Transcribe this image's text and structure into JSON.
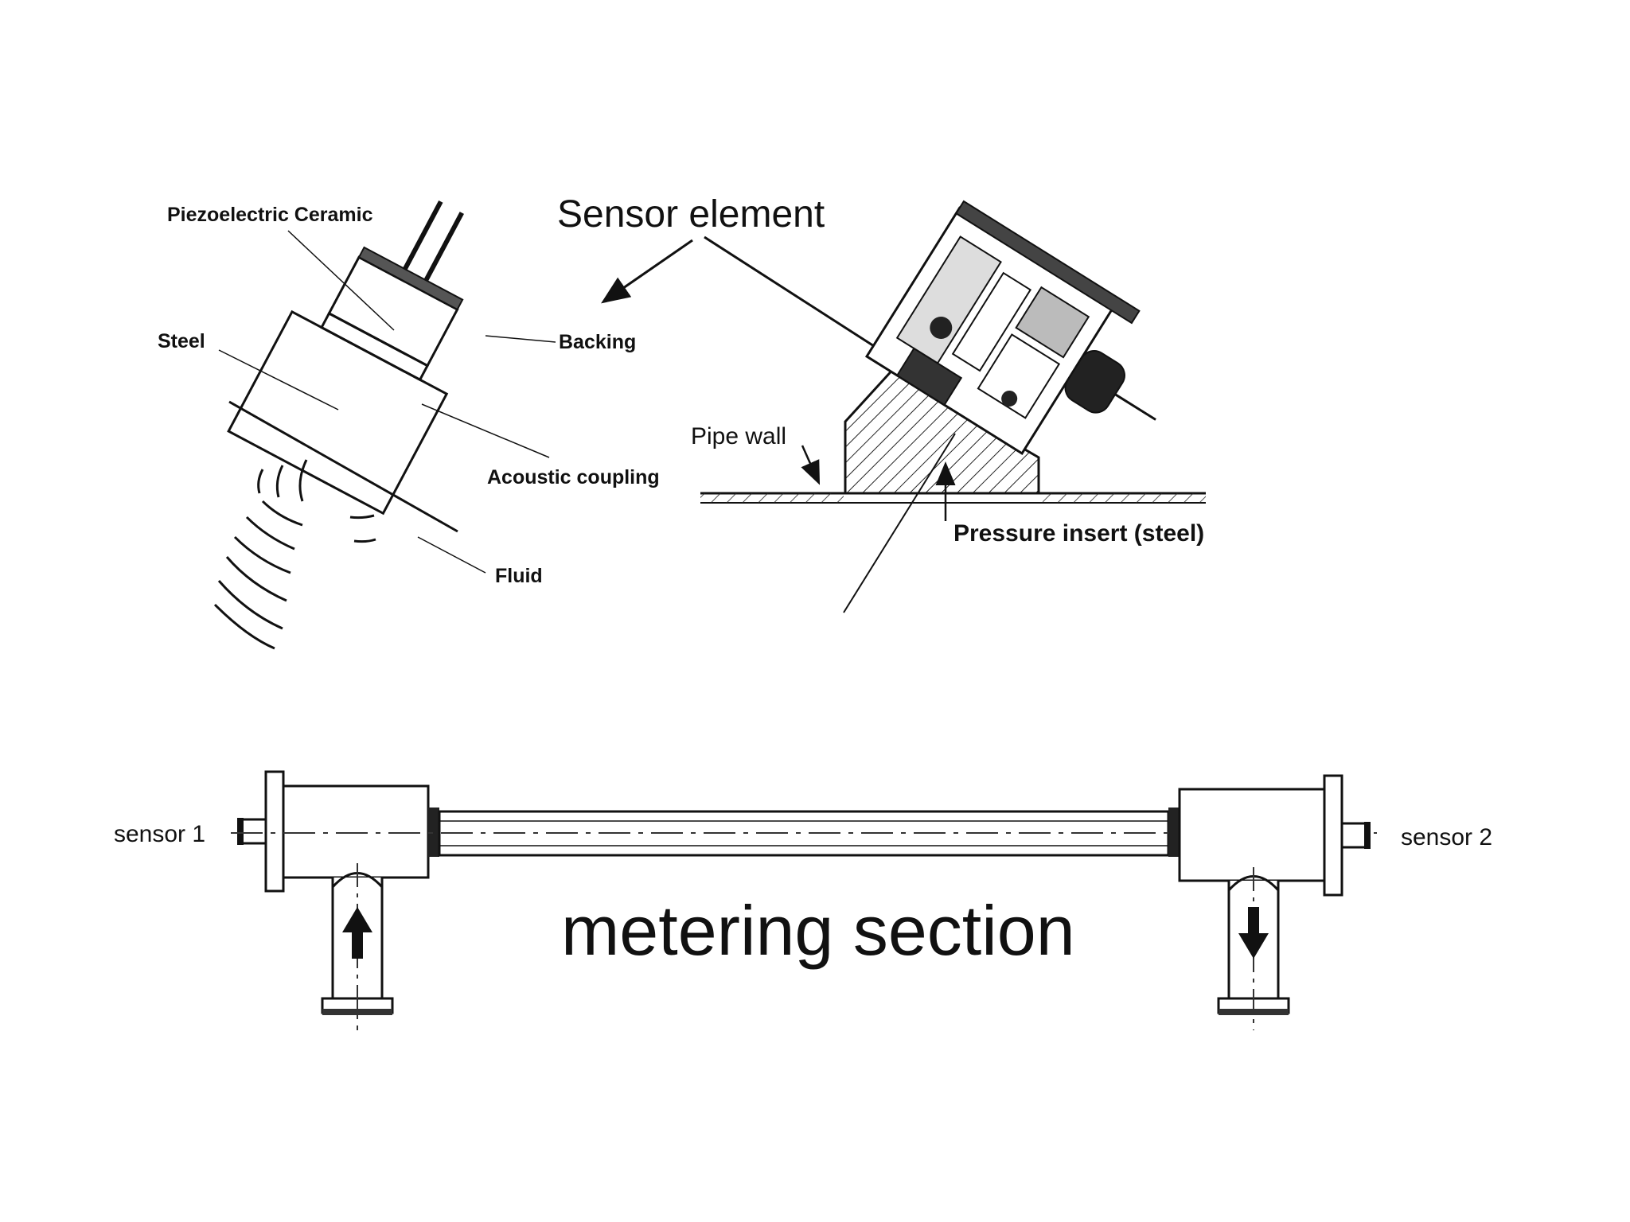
{
  "transducer": {
    "piezo_label": "Piezoelectric Ceramic",
    "steel_label": "Steel",
    "backing_label": "Backing",
    "coupling_label": "Acoustic coupling",
    "fluid_label": "Fluid"
  },
  "assembly": {
    "sensor_element_label": "Sensor element",
    "pipe_wall_label": "Pipe wall",
    "pressure_insert_label": "Pressure insert (steel)"
  },
  "meter": {
    "sensor1_label": "sensor 1",
    "sensor2_label": "sensor 2",
    "section_label": "metering section"
  }
}
